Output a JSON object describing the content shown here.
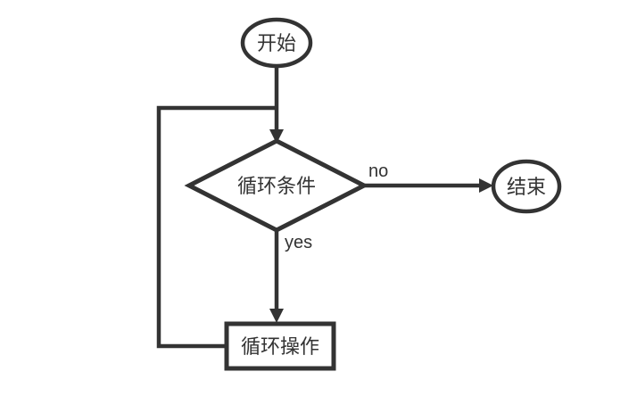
{
  "diagram": {
    "type": "flowchart",
    "background_color": "#ffffff",
    "stroke_color": "#333333",
    "text_color": "#333333",
    "nodes": {
      "start": {
        "shape": "ellipse",
        "label": "开始"
      },
      "condition": {
        "shape": "diamond",
        "label": "循环条件"
      },
      "end": {
        "shape": "ellipse",
        "label": "结束"
      },
      "operation": {
        "shape": "rectangle",
        "label": "循环操作"
      }
    },
    "edges": {
      "start_to_condition": {
        "label": ""
      },
      "condition_to_end": {
        "label": "no"
      },
      "condition_to_operation": {
        "label": "yes"
      },
      "operation_loop_back": {
        "label": ""
      }
    }
  }
}
